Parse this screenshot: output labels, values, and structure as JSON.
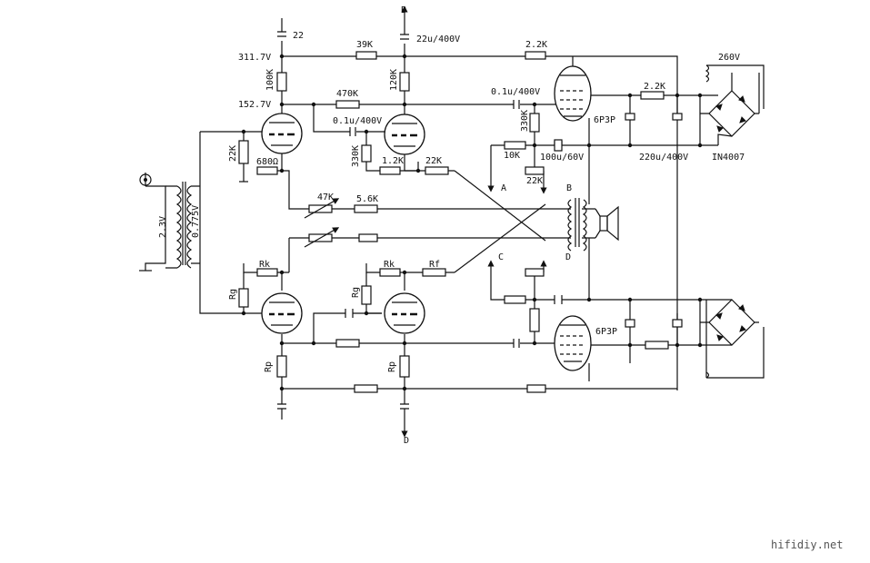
{
  "labels": {
    "b_top": "B",
    "c22": "22",
    "v311": "311.7V",
    "v152": "152.7V",
    "r100k": "100K",
    "r39k": "39K",
    "c22u": "22u/400V",
    "r120k": "120K",
    "r470k": "470K",
    "r2_2k_top": "2.2K",
    "c01a": "0.1u/400V",
    "c01b": "0.1u/400V",
    "r330k_a": "330K",
    "r330k_b": "330K",
    "tube_6p3p_top": "6P3P",
    "r2_2k_psu": "2.2K",
    "v260": "260V",
    "r22k_left": "22K",
    "r680": "680Ω",
    "r1_2k": "1.2K",
    "r22k_mid": "22K",
    "r10k": "10K",
    "c100u": "100u/60V",
    "c220u": "220u/400V",
    "diode": "IN4007",
    "a_label": "A",
    "r22k_bias": "22K",
    "b_label": "B",
    "r47k": "47K",
    "r5_6k": "5.6K",
    "v2_3": "2.3V",
    "v0_775": "0.775V",
    "rk_left": "Rk",
    "rk_mid": "Rk",
    "rf": "Rf",
    "c_label": "C",
    "d_label": "D",
    "rg_left": "Rg",
    "rg_mid": "Rg",
    "tube_6p3p_bot": "6P3P",
    "rp_left": "Rp",
    "rp_mid": "Rp",
    "d_bottom": "D",
    "watermark": "hifidiy.net"
  }
}
